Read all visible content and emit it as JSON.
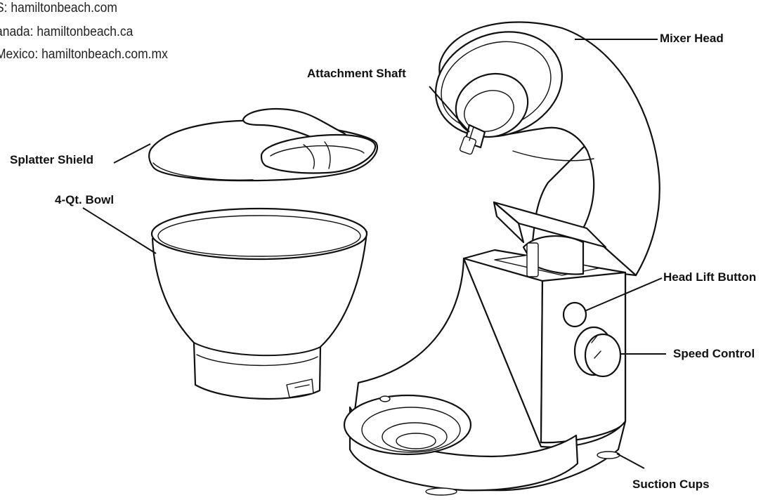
{
  "websites": [
    "S: hamiltonbeach.com",
    "anada: hamiltonbeach.ca",
    "Mexico: hamiltonbeach.com.mx"
  ],
  "labels": {
    "mixer_head": "Mixer Head",
    "attachment_shaft": "Attachment Shaft",
    "splatter_shield": "Splatter Shield",
    "bowl": "4-Qt. Bowl",
    "head_lift_button": "Head Lift Button",
    "speed_control": "Speed Control",
    "suction_cups": "Suction Cups"
  }
}
